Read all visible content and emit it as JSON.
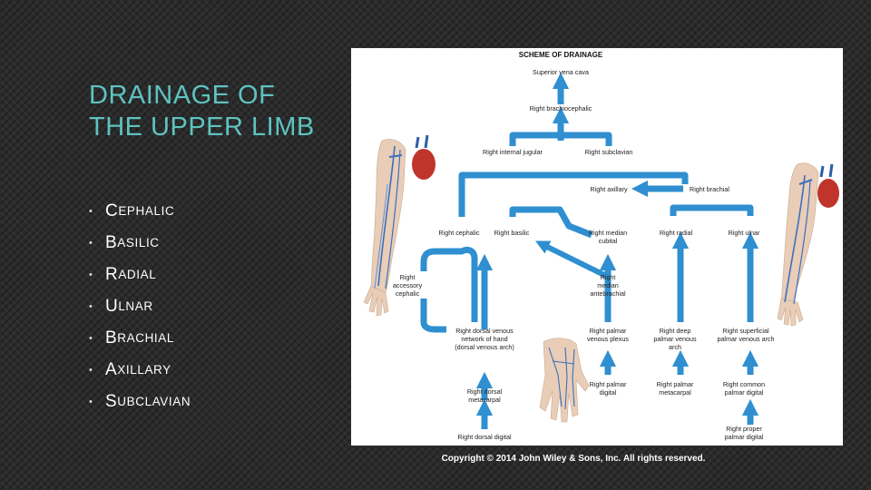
{
  "slide": {
    "title_line1": "DRAINAGE OF",
    "title_line2": "THE UPPER LIMB",
    "bullets": [
      {
        "first": "C",
        "rest": "EPHALIC"
      },
      {
        "first": "B",
        "rest": "ASILIC"
      },
      {
        "first": "R",
        "rest": "ADIAL"
      },
      {
        "first": "U",
        "rest": "LNAR"
      },
      {
        "first": "B",
        "rest": "RACHIAL"
      },
      {
        "first": "A",
        "rest": "XILLARY"
      },
      {
        "first": "S",
        "rest": "UBCLAVIAN"
      }
    ],
    "copyright": "Copyright © 2014 John Wiley & Sons, Inc. All rights reserved."
  },
  "diagram": {
    "title": "SCHEME OF DRAINAGE",
    "colors": {
      "vessel": "#2f8fd0",
      "vessel_dark": "#1f6fae",
      "vein_illustration": "#3a70c0",
      "heart": "#c0352b",
      "skin": "#e9cdb6"
    },
    "labels": {
      "svc": "Superior vena cava",
      "brachiocephalic": "Right brachiocephalic",
      "internal_jugular": "Right internal jugular",
      "subclavian": "Right subclavian",
      "axillary": "Right axillary",
      "brachial": "Right brachial",
      "cephalic": "Right cephalic",
      "basilic": "Right basilic",
      "median_cubital_1": "Right median",
      "median_cubital_2": "cubital",
      "radial": "Right radial",
      "ulnar": "Right ulnar",
      "accessory_1": "Right",
      "accessory_2": "accessory",
      "accessory_3": "cephalic",
      "median_ante_1": "Right",
      "median_ante_2": "median",
      "median_ante_3": "antebrachial",
      "dorsal_net_1": "Right dorsal venous",
      "dorsal_net_2": "network of hand",
      "dorsal_net_3": "(dorsal venous arch)",
      "palmar_plexus_1": "Right palmar",
      "palmar_plexus_2": "venous plexus",
      "deep_arch_1": "Right deep",
      "deep_arch_2": "palmar venous",
      "deep_arch_3": "arch",
      "sup_arch_1": "Right superficial",
      "sup_arch_2": "palmar venous arch",
      "dorsal_meta_1": "Right dorsal",
      "dorsal_meta_2": "metacarpal",
      "palmar_digital_1": "Right palmar",
      "palmar_digital_2": "digital",
      "palmar_meta_1": "Right palmar",
      "palmar_meta_2": "metacarpal",
      "common_digital_1": "Right common",
      "common_digital_2": "palmar digital",
      "dorsal_digital": "Right dorsal digital",
      "proper_digital_1": "Right proper",
      "proper_digital_2": "palmar digital"
    }
  }
}
